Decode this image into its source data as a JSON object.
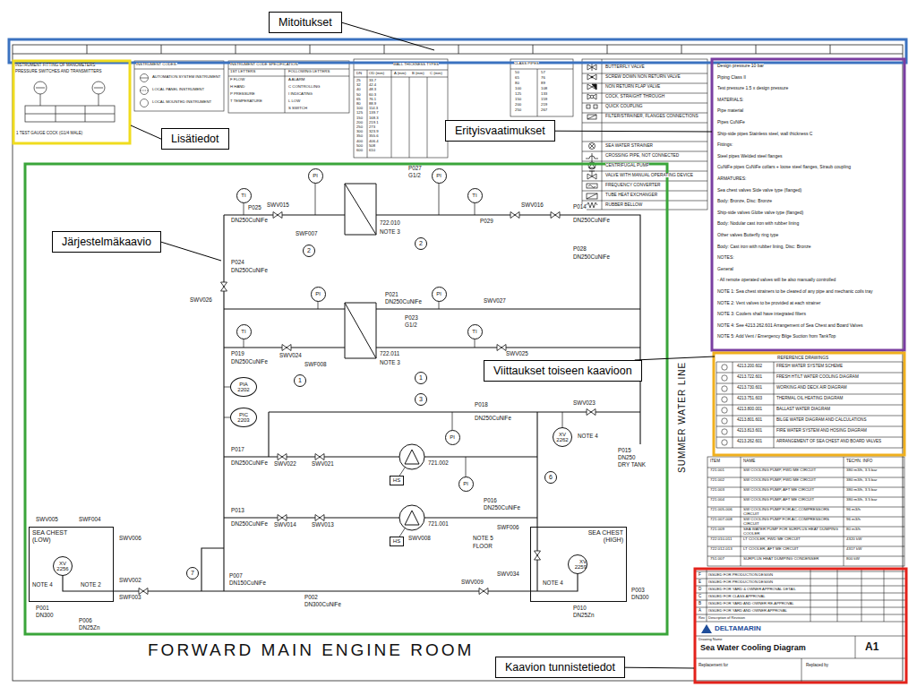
{
  "diagram": {
    "nodes": [
      {
        "text": [
          "Mitoitukset"
        ]
      },
      {
        "text": [
          "Lisätiedot"
        ]
      },
      {
        "text": [
          "Erityisvaatimukset"
        ]
      },
      {
        "text": [
          "Järjestelmäkaavio"
        ]
      },
      {
        "text": [
          "Viittaukset toiseen kaavioon"
        ]
      },
      {
        "text": [
          "Kaavion tunnistetiedot"
        ]
      },
      {
        "text": [
          "PI"
        ]
      },
      {
        "text": [
          "TI"
        ]
      },
      {
        "text": [
          "PI"
        ]
      },
      {
        "text": [
          "TI"
        ]
      },
      {
        "text": [
          "TI"
        ]
      },
      {
        "text": [
          "PI"
        ]
      },
      {
        "text": [
          "PI"
        ]
      },
      {
        "text": [
          "TI"
        ]
      },
      {
        "text": [
          "PIA 2202"
        ]
      },
      {
        "text": [
          "PIC 2203"
        ]
      },
      {
        "text": [
          "XV 2262"
        ]
      },
      {
        "text": [
          "PI"
        ]
      },
      {
        "text": [
          "PI"
        ]
      },
      {
        "text": [
          "HS"
        ]
      },
      {
        "text": [
          "HS"
        ]
      },
      {
        "text": [
          "SEA CHEST (LOW)"
        ]
      },
      {
        "text": [
          "XV 2256"
        ],
        "in": 21
      },
      {
        "text": [
          "SEA CHEST (HIGH)"
        ]
      },
      {
        "text": [
          "XV 2259"
        ],
        "in": 23
      },
      {
        "text": [
          "2"
        ]
      },
      {
        "text": [
          "2"
        ]
      },
      {
        "text": [
          "1"
        ]
      },
      {
        "text": [
          "1"
        ]
      },
      {
        "text": [
          "3"
        ]
      },
      {
        "text": [
          "6"
        ]
      },
      {
        "text": [
          "7"
        ]
      }
    ],
    "labels": [
      "INSTRUMENT FITTING OF MANOMETERS",
      "PRESSURE SWITCHES AND TRANSMITTERS",
      "1 TEST GAUGE COCK (G1/4 MALE)",
      "INSTRUMENT CODES:",
      "AUTOMATION SYSTEM INSTRUMENT",
      "LOCAL PANEL INSTRUMENT",
      "LOCAL MOUNTED INSTRUMENT",
      "INSTRUMENT CODE SPECIFICATION",
      "1ST LETTERS",
      "FOLLOWING LETTERS",
      "F FLOW",
      "H HAND",
      "P PRESSURE",
      "T TEMPERATURE",
      "A ALARM",
      "C CONTROLLING",
      "I INDICATING",
      "L LOW",
      "S SWITCH",
      "WALL THICKNESS TYPES",
      "DN",
      "OD (mm)",
      "A (mm)",
      "B (mm)",
      "C (mm)",
      "25",
      "33.7",
      "32",
      "42.4",
      "40",
      "48.3",
      "50",
      "60.3",
      "65",
      "76.1",
      "80",
      "88.9",
      "100",
      "114.3",
      "125",
      "139.7",
      "150",
      "168.3",
      "200",
      "219.1",
      "250",
      "273",
      "300",
      "323.9",
      "350",
      "355.6",
      "400",
      "406.4",
      "500",
      "508",
      "600",
      "610",
      "CLASS PIPES",
      "50",
      "57",
      "65",
      "76",
      "80",
      "89",
      "100",
      "108",
      "125",
      "133",
      "150",
      "159",
      "200",
      "219",
      "250",
      "267",
      "Design pressure 10 bar",
      "Piping Class II",
      "Test pressure 1.5 x design pressure",
      "MATERIALS:",
      "Pipe material",
      "Pipes CuNiFe",
      "Ship-side pipes Stainless steel, wall thickness C",
      "Fittings:",
      "Steel pipes Welded steel flanges",
      "CuNiFe pipes CuNiFe collars + loose steel flanges, Straub coupling",
      "ARMATURES:",
      "Sea chest valves Side valve type (flanged)",
      "Body: Bronze, Disc: Bronze",
      "Ship-side valves Globe valve type (flanged)",
      "Body: Nodular cast iron with rubber lining",
      "Other valves Butterfly ring type",
      "Body: Cast iron with rubber lining, Disc: Bronze",
      "NOTES:",
      "General",
      "- All remote operated valves will be also manually controlled",
      "NOTE 1: Sea chest strainers to be cleared of any pipe and mechanic coils tray",
      "NOTE 2: Vent valves to be provided at each strainer",
      "NOTE 3: Coolers shall have integrated filters",
      "NOTE 4: See 4213.262.601 Arrangement of Sea Chest and Board Valves",
      "NOTE 5: Add Vent / Emergency Bilge Suction from TankTop",
      "REFERENCE DRAWINGS",
      "4213.200.602",
      "FRESH WATER SYSTEM SCHEME",
      "4213.722.601",
      "FRESH HT/LT WATER COOLING DIAGRAM",
      "4213.730.601",
      "WORKING AND DECK AIR DIAGRAM",
      "4213.751.603",
      "THERMAL OIL HEATING DIAGRAM",
      "4213.800.001",
      "BALLAST WATER DIAGRAM",
      "4213.801.601",
      "BILGE WATER DIAGRAM AND CALCULATIONS",
      "4213.813.601",
      "FIRE WATER SYSTEM AND HOSING DIAGRAM",
      "4213.262.601",
      "ARRANGEMENT OF SEA CHEST AND BOARD VALVES",
      "ITEM",
      "NAME",
      "TECHN. INFO",
      "721.001",
      "SW COOLING PUMP, FWD ME CIRCUIT",
      "380 m3/h, 3.5 bar",
      "721.002",
      "SW COOLING PUMP, FWD ME CIRCUIT",
      "380 m3/h, 3.5 bar",
      "721.003",
      "SW COOLING PUMP, AFT ME CIRCUIT",
      "380 m3/h, 3.5 bar",
      "721.004",
      "SW COOLING PUMP, AFT ME CIRCUIT",
      "380 m3/h, 3.5 bar",
      "721.005-006",
      "SW COOLING PUMP FOR AC-COMPRESSORS CIRCUIT",
      "96 m3/h",
      "721.007-008",
      "SW COOLING PUMP FOR AC-COMPRESSORS CIRCUIT",
      "96 m3/h",
      "721.009",
      "SEA WATER PUMP FOR SURPLUS HEAT DUMPING COOLER",
      "80 m3/h",
      "722.010-011",
      "LT COOLER, FWD ME CIRCUIT",
      "4320 kW",
      "722.012-013",
      "LT COOLER, AFT ME CIRCUIT",
      "4317 kW",
      "751.007",
      "SURPLUS HEAT DUMPING CONDENSER",
      "800 kW",
      "F",
      "ISSUED FOR PRODUCTION DESIGN",
      "E",
      "ISSUED FOR PRODUCTION DESIGN",
      "D",
      "ISSUED FOR YARD & OWNER APPROVAL DETAIL",
      "C",
      "ISSUED FOR CLASS APPROVAL",
      "B",
      "ISSUED FOR YARD AND OWNER RE-APPROVAL",
      "A",
      "ISSUED FOR YARD AND OWNER APPROVAL",
      "Rev",
      "Description of Revision",
      "DELTAMARIN",
      "Drawing Name",
      "Sea Water Cooling Diagram",
      "A1",
      "Replacement for",
      "Replaced by",
      "FORWARD MAIN ENGINE ROOM",
      "SUMMER WATER LINE",
      "P027",
      "G1/2",
      "P025",
      "DN250CuNiFe",
      "SWV015",
      "SWF007",
      "722.010",
      "NOTE 3",
      "P029",
      "SWV016",
      "P014",
      "DN250CuNiFe",
      "P024",
      "DN250CuNiFe",
      "P028",
      "DN250CuNiFe",
      "SWV026",
      "P021",
      "DN250CuNiFe",
      "SWV027",
      "P023",
      "G1/2",
      "P019",
      "DN250CuNiFe",
      "SWV024",
      "SWF008",
      "722.011",
      "NOTE 3",
      "SWV025",
      "P018",
      "DN250CuNiFe",
      "SWV023",
      "NOTE 4",
      "P015",
      "DN250",
      "DRY TANK",
      "P017",
      "DN250CuNiFe",
      "SWV022",
      "SWV021",
      "721.002",
      "P016",
      "DN250CuNiFe",
      "P013",
      "DN250CuNiFe",
      "SWV014",
      "SWV013",
      "721.001",
      "SWV008",
      "NOTE 5",
      "FLOOR",
      "SWF006",
      "P007",
      "DN150CuNiFe",
      "P002",
      "DN300CuNiFe",
      "SWV009",
      "SWV034",
      "P001",
      "DN300",
      "P006",
      "DN25Zn",
      "P003",
      "DN300",
      "P010",
      "DN25Zn",
      "SWV005",
      "SWF004",
      "SWV006",
      "SWV002",
      "SWF003",
      "NOTE 4",
      "NOTE 2",
      "NOTE 4"
    ],
    "legend": [
      {
        "text": "BUTTERFLY VALVE"
      },
      {
        "text": "SCREW DOWN NON RETURN VALVE"
      },
      {
        "text": "NON RETURN FLAP VALVE"
      },
      {
        "text": "COCK, STRAIGHT THROUGH"
      },
      {
        "text": "QUICK COUPLING"
      },
      {
        "text": "FILTER/STRAINER, FLANGES CONNECTIONS"
      },
      {
        "text": "SEA WATER STRAINER"
      },
      {
        "text": "CROSSING PIPE, NOT CONNECTED"
      },
      {
        "text": "CENTRIFUGAL PUMP"
      },
      {
        "text": "VALVE WITH MANUAL OPERATING DEVICE"
      },
      {
        "text": "FREQUENCY CONVERTER"
      },
      {
        "text": "TUBE HEAT EXCHANGER"
      },
      {
        "text": "RUBBER BELLOW"
      }
    ]
  }
}
